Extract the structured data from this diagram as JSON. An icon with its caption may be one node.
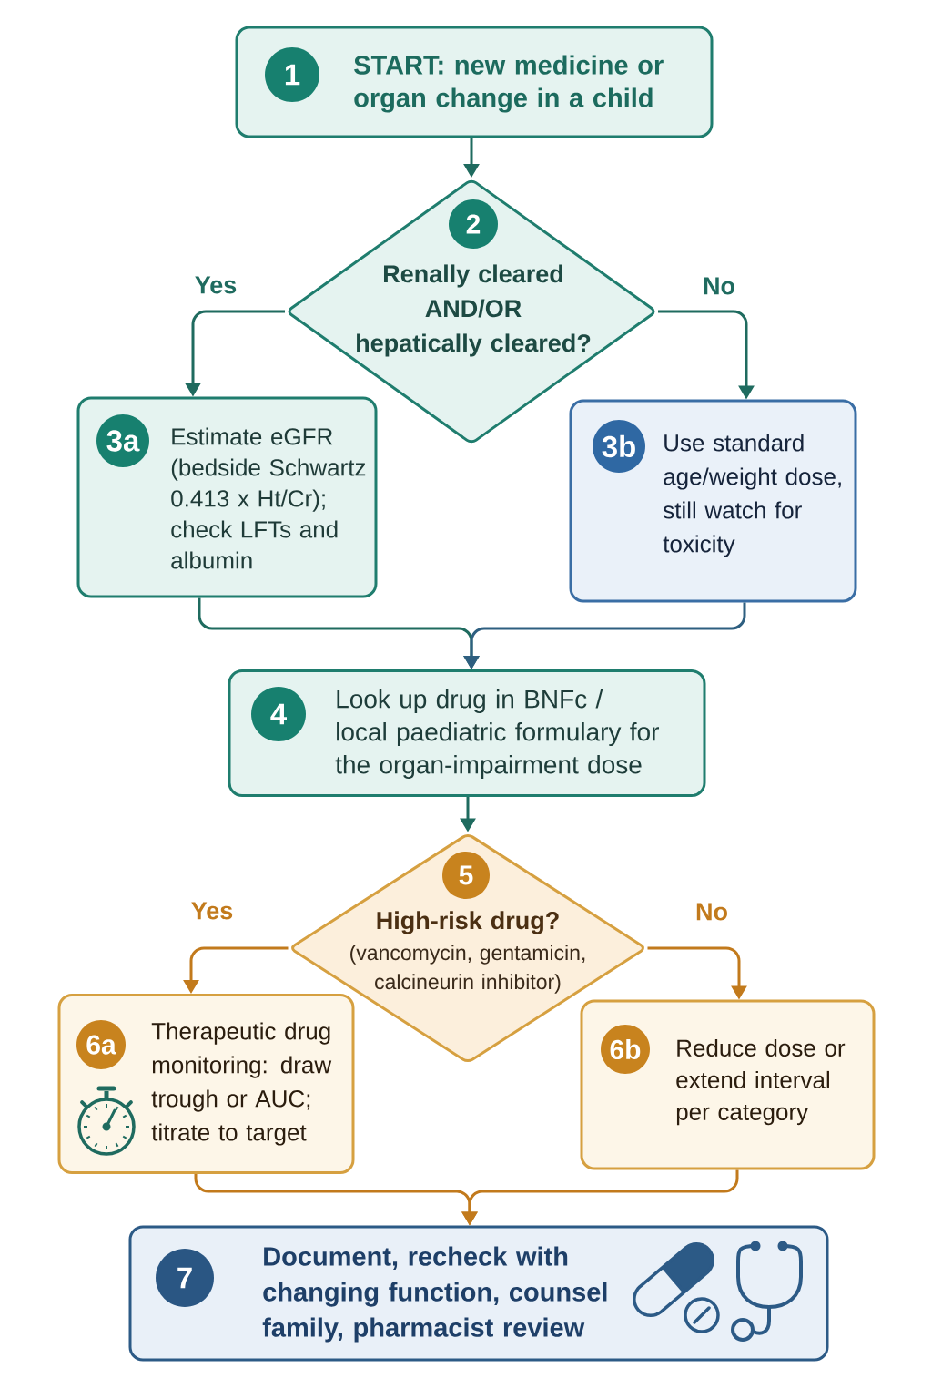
{
  "diagram": {
    "nodes": [
      {
        "text": [
          "START: new medicine or organ change in a child"
        ]
      },
      {
        "text": [
          "1"
        ],
        "in": 0
      },
      {
        "text": [
          "Renally cleared AND/OR hepatically cleared?"
        ]
      },
      {
        "text": [
          "2"
        ],
        "in": 2
      },
      {
        "text": [
          "Estimate eGFR (bedside Schwartz 0.413 x Ht/Cr); check LFTs and albumin"
        ]
      },
      {
        "text": [
          "3a"
        ],
        "in": 4
      },
      {
        "text": [
          "Use standard age/weight dose, still watch for toxicity"
        ]
      },
      {
        "text": [
          "3b"
        ],
        "in": 6
      },
      {
        "text": [
          "Look up drug in BNFc / local paediatric formulary for the organ-impairment dose"
        ]
      },
      {
        "text": [
          "4"
        ],
        "in": 8
      },
      {
        "text": [
          "High-risk drug?",
          "(vancomycin, gentamicin, calcineurin inhibitor)"
        ]
      },
      {
        "text": [
          "5"
        ],
        "in": 10
      },
      {
        "text": [
          "Therapeutic drug monitoring: draw trough or AUC; titrate to target"
        ]
      },
      {
        "text": [
          "6a"
        ],
        "in": 12
      },
      {
        "text": [
          "Reduce dose or extend interval per category"
        ]
      },
      {
        "text": [
          "6b"
        ],
        "in": 14
      },
      {
        "text": [
          "Document, recheck with changing function, counsel family, pharmacist review"
        ]
      },
      {
        "text": [
          "7"
        ],
        "in": 16
      }
    ],
    "edges": [
      {
        "from": 0,
        "to": 2,
        "arrow": "to"
      },
      {
        "from": 2,
        "to": 4,
        "arrow": "to",
        "label": "Yes"
      },
      {
        "from": 2,
        "to": 6,
        "arrow": "to",
        "label": "No"
      },
      {
        "from": 4,
        "to": 8,
        "arrow": "to"
      },
      {
        "from": 6,
        "to": 8,
        "arrow": "to",
        "color": "#2e5f80"
      },
      {
        "from": 8,
        "to": 10,
        "arrow": "to"
      },
      {
        "from": 10,
        "to": 12,
        "arrow": "to",
        "label": "Yes",
        "color": "#c27a1c"
      },
      {
        "from": 10,
        "to": 14,
        "arrow": "to",
        "label": "No",
        "color": "#c27a1c"
      },
      {
        "from": 12,
        "to": 16,
        "arrow": "to",
        "color": "#c27a1c"
      },
      {
        "from": 14,
        "to": 16,
        "arrow": "to",
        "color": "#c27a1c"
      }
    ]
  }
}
